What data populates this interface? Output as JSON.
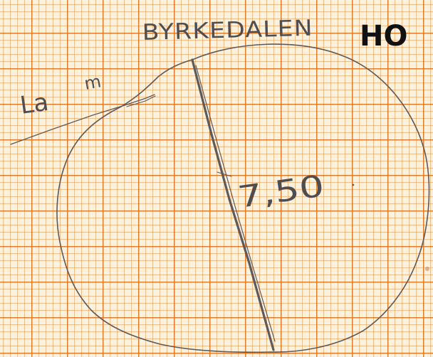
{
  "sketch": {
    "title": "BYRKEDALEN",
    "code": "HO",
    "left_note_1": "La",
    "left_note_2": "m",
    "measurement": "7,50"
  },
  "colors": {
    "paper": "#fbf1df",
    "grid": "#e27a26",
    "pencil": "#5d5a5c",
    "marker": "#111111"
  }
}
